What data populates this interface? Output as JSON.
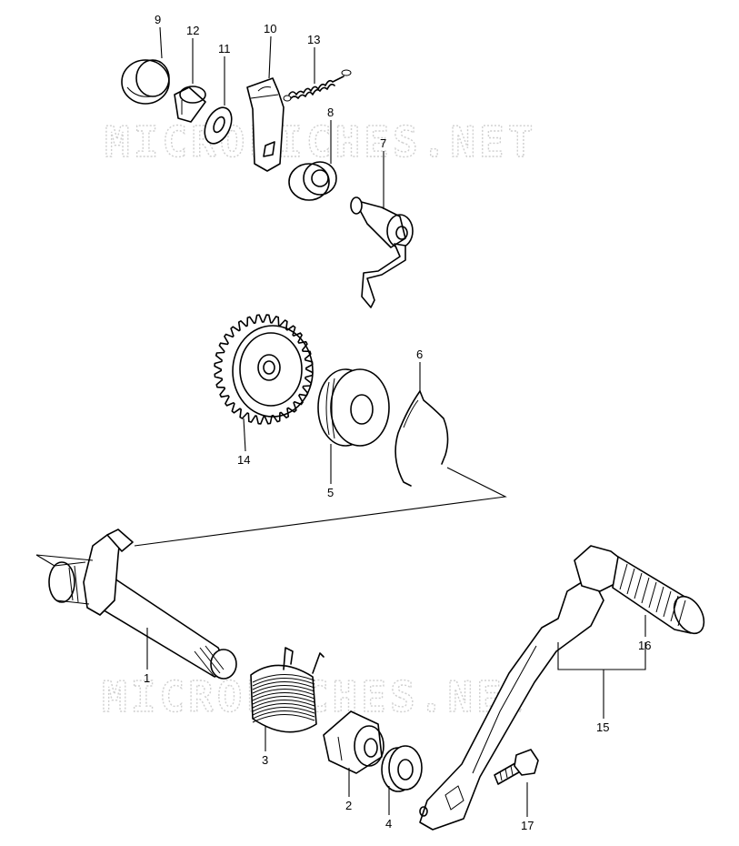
{
  "watermark": "MICROFICHES.NET",
  "callouts": {
    "p1": "1",
    "p2": "2",
    "p3": "3",
    "p4": "4",
    "p5": "5",
    "p6": "6",
    "p7": "7",
    "p8": "8",
    "p9": "9",
    "p10": "10",
    "p11": "11",
    "p12": "12",
    "p13": "13",
    "p14": "14",
    "p15": "15",
    "p16": "16",
    "p17": "17"
  }
}
